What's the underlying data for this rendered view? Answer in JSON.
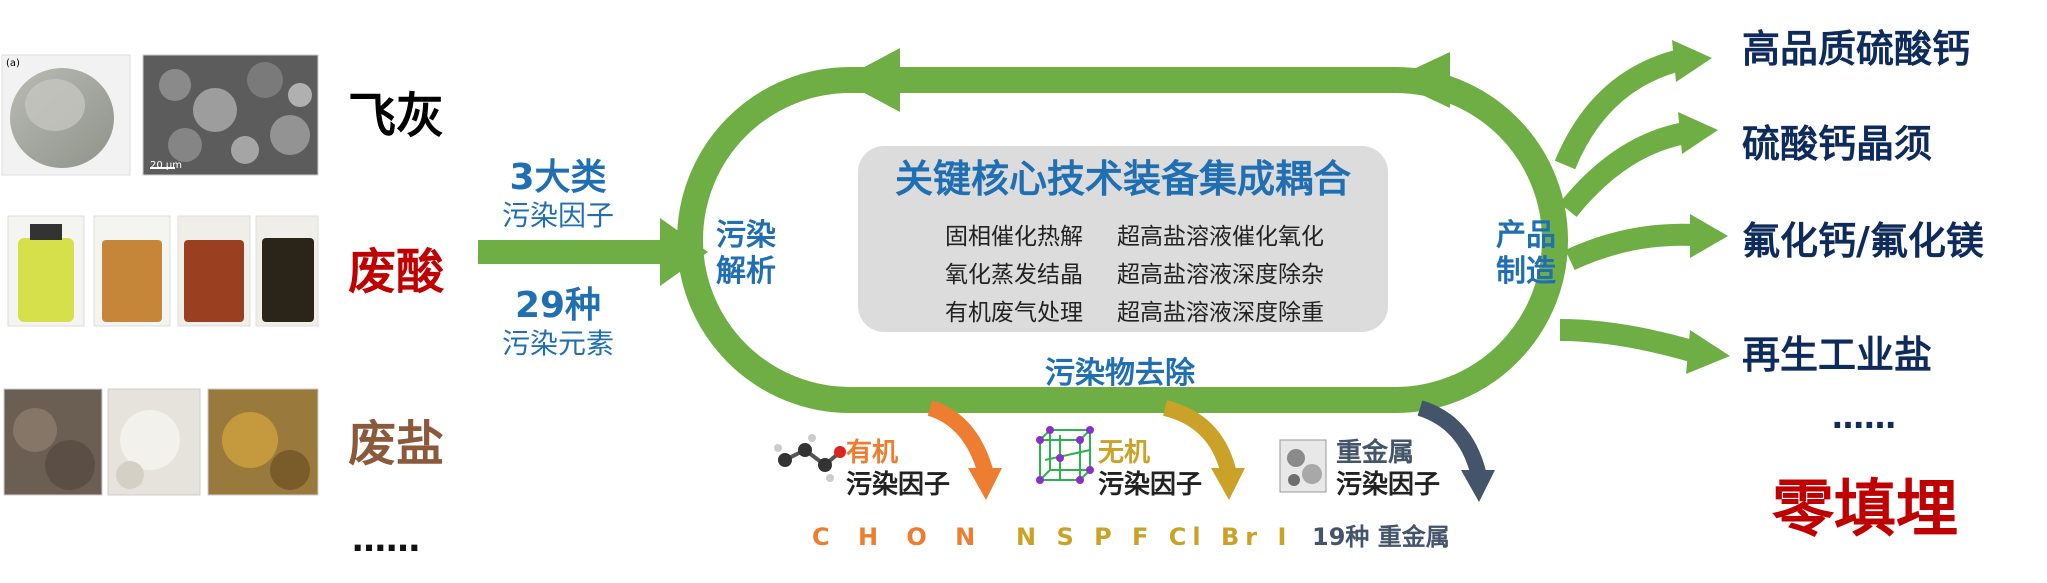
{
  "sources": [
    {
      "label": "飞灰",
      "color": "#000000"
    },
    {
      "label": "废酸",
      "color": "#c00000"
    },
    {
      "label": "废盐",
      "color": "#8b5a3c"
    }
  ],
  "sources_more": "……",
  "photo_tag": "(a)",
  "scale_bar": "20 μm",
  "input_stats": {
    "categories_big": "3大类",
    "categories_small": "污染因子",
    "elements_big": "29种",
    "elements_small": "污染元素"
  },
  "stages": {
    "analysis": "污染\n解析",
    "manufacture": "产品\n制造",
    "removal": "污染物去除"
  },
  "core": {
    "title": "关键核心技术装备集成耦合",
    "tech_left": [
      "固相催化热解",
      "氧化蒸发结晶",
      "有机废气处理"
    ],
    "tech_right": [
      "超高盐溶液催化氧化",
      "超高盐溶液深度除杂",
      "超高盐溶液深度除重"
    ]
  },
  "products": [
    "高品质硫酸钙",
    "硫酸钙晶须",
    "氟化钙/氟化镁",
    "再生工业盐"
  ],
  "products_more": "……",
  "goal": "零填埋",
  "pollutants": [
    {
      "line1": "有机",
      "line2": "污染因子",
      "elements": "C H O N",
      "color": "#ed7d31"
    },
    {
      "line1": "无机",
      "line2": "污染因子",
      "elements": "N S P F Cl Br I",
      "color": "#c9a227"
    },
    {
      "line1": "重金属",
      "line2": "污染因子",
      "elements": "19种 重金属",
      "color": "#44546a"
    }
  ],
  "colors": {
    "loop_green": "#6fae45",
    "accent_blue": "#1f6fb2",
    "product_navy": "#0f2b5b",
    "goal_red": "#c00000"
  }
}
